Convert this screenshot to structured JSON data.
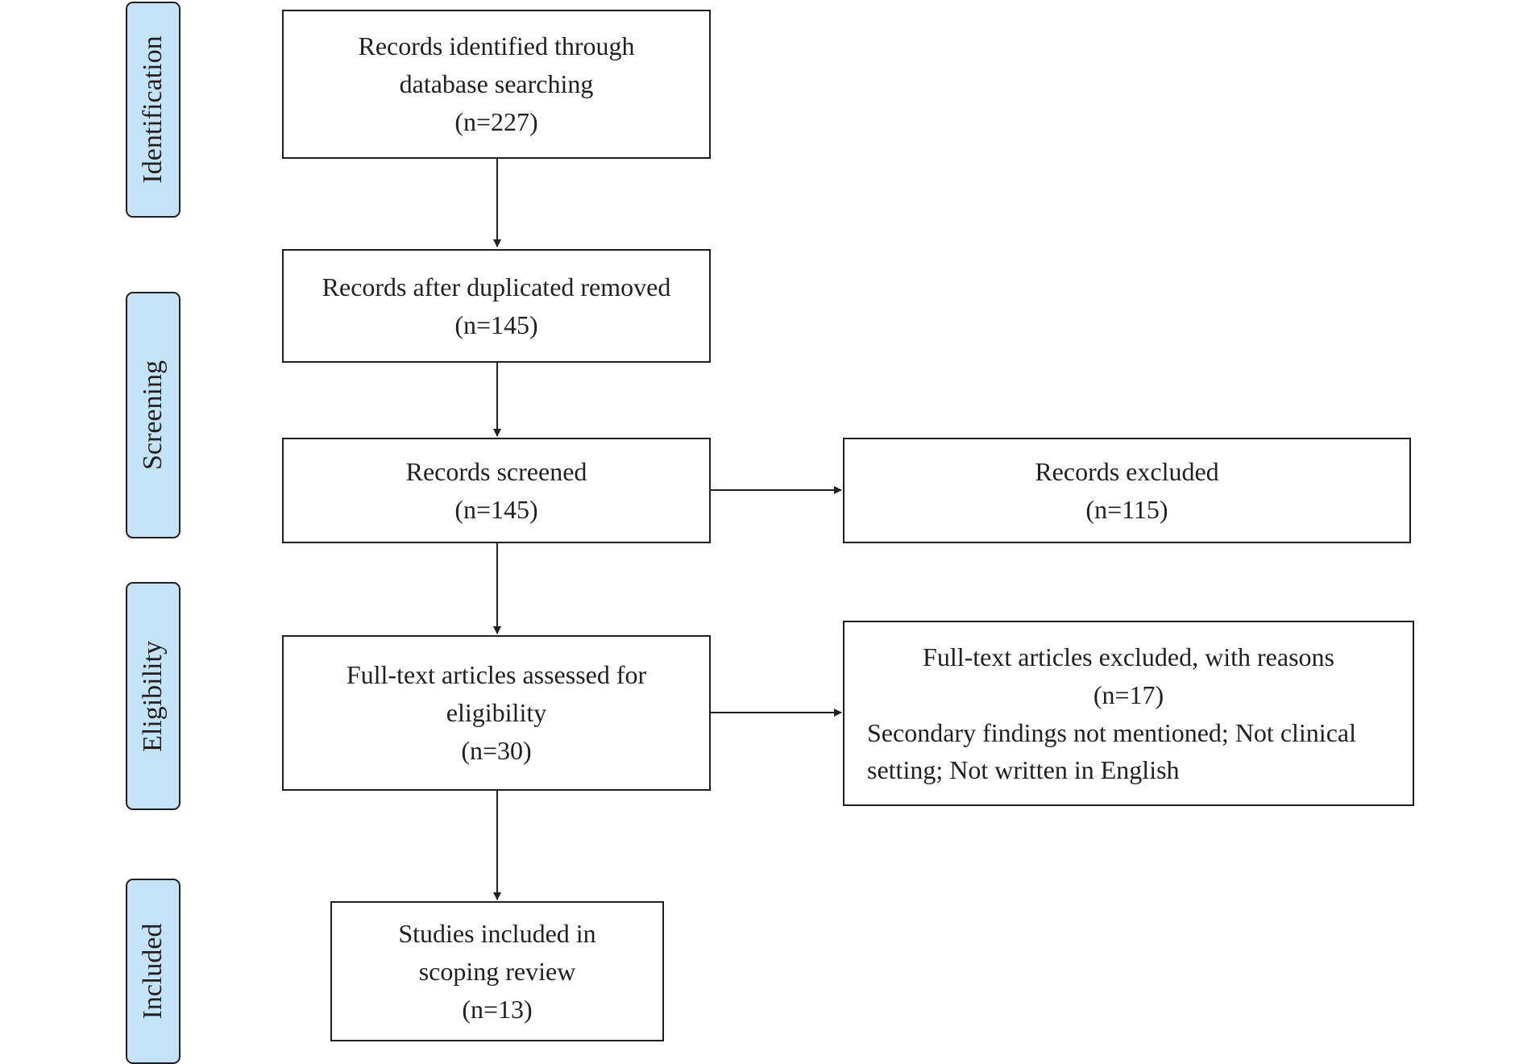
{
  "phases": {
    "identification": "Identification",
    "screening": "Screening",
    "eligibility": "Eligibility",
    "included": "Included"
  },
  "boxes": {
    "identified": {
      "line1": "Records identified through",
      "line2": "database searching",
      "count": "(n=227)"
    },
    "deduplicated": {
      "line1": "Records after duplicated removed",
      "count": "(n=145)"
    },
    "screened": {
      "line1": "Records screened",
      "count": "(n=145)"
    },
    "excluded": {
      "line1": "Records excluded",
      "count": "(n=115)"
    },
    "fulltext": {
      "line1": "Full-text articles assessed for",
      "line2": "eligibility",
      "count": "(n=30)"
    },
    "fulltext_excluded": {
      "line1": "Full-text articles excluded, with reasons",
      "count": "(n=17)",
      "reason1": "Secondary findings not mentioned; Not clinical",
      "reason2": "setting; Not written in English"
    },
    "included": {
      "line1": "Studies included in",
      "line2": "scoping review",
      "count": "(n=13)"
    }
  },
  "colors": {
    "phase_fill": "#c5e3f6",
    "stroke": "#231f20"
  }
}
